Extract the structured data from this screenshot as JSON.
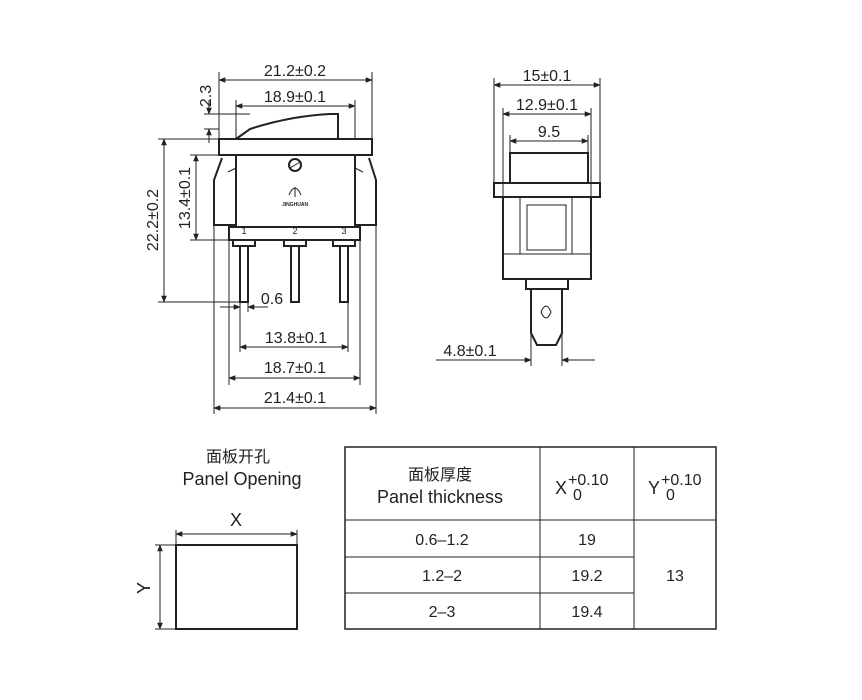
{
  "front_view": {
    "dim_overall_width": "21.2±0.2",
    "dim_inner_width": "18.9±0.1",
    "dim_rocker_height": "2.3",
    "dim_total_height": "22.2±0.2",
    "dim_body_height": "13.4±0.1",
    "dim_pin_thickness": "0.6",
    "dim_pin_span": "13.8±0.1",
    "dim_pin_outer": "18.7±0.1",
    "dim_base_width": "21.4±0.1",
    "pin_labels": [
      "1",
      "2",
      "3"
    ],
    "logo_text": "JINGHUAN"
  },
  "side_view": {
    "dim_overall_width": "15±0.1",
    "dim_inner_width": "12.9±0.1",
    "dim_rocker_width": "9.5",
    "dim_terminal_width": "4.8±0.1"
  },
  "panel_opening": {
    "title_cn": "面板开孔",
    "title_en": "Panel Opening",
    "x_label": "X",
    "y_label": "Y"
  },
  "table": {
    "header_cn": "面板厚度",
    "header_en": "Panel thickness",
    "x_col": {
      "main": "X",
      "tol_plus": "+0.10",
      "tol_minus": "0"
    },
    "y_col": {
      "main": "Y",
      "tol_plus": "+0.10",
      "tol_minus": "0"
    },
    "rows": [
      {
        "thickness": "0.6–1.2",
        "x": "19"
      },
      {
        "thickness": "1.2–2",
        "x": "19.2"
      },
      {
        "thickness": "2–3",
        "x": "19.4"
      }
    ],
    "y_value": "13"
  }
}
